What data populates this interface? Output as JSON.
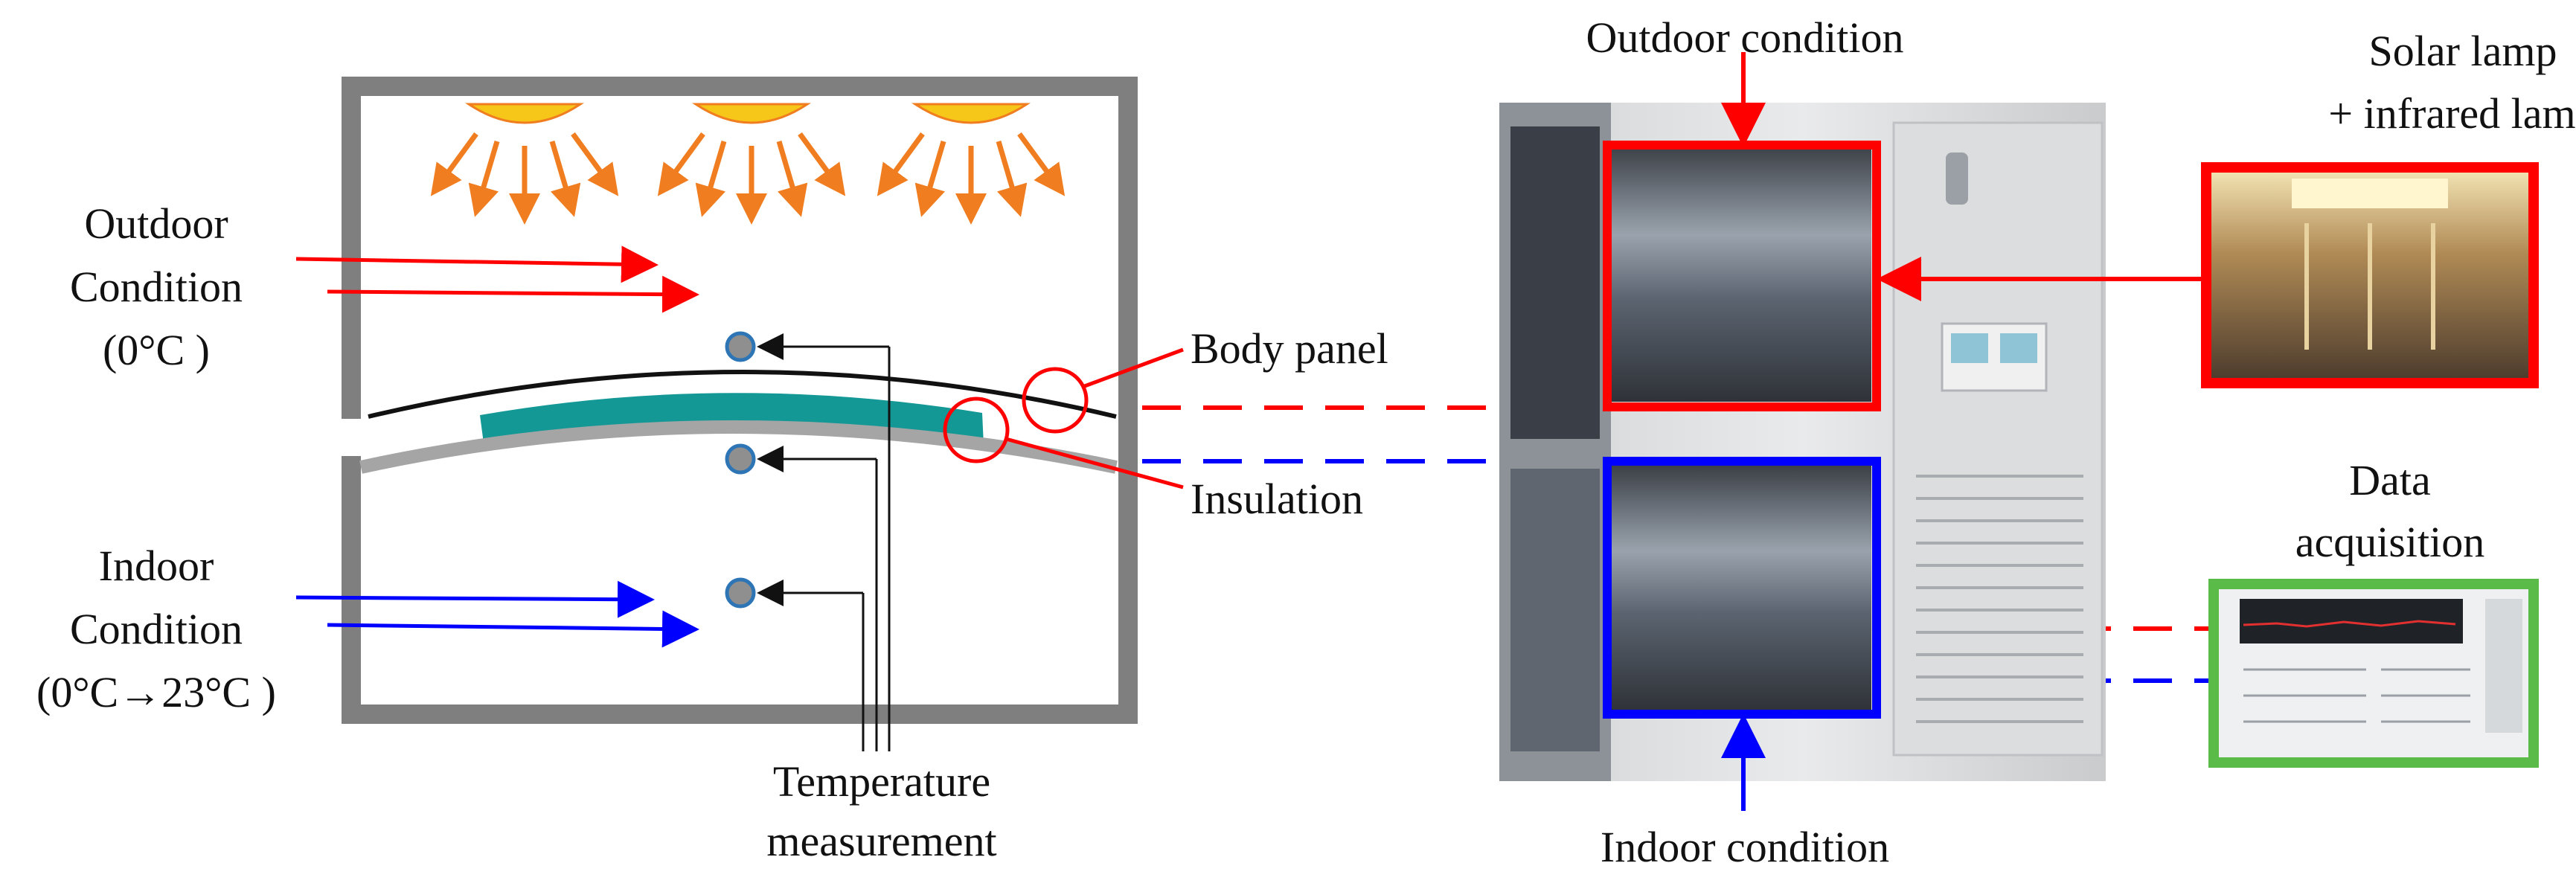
{
  "labels": {
    "outdoor_condition_left_line1": "Outdoor",
    "outdoor_condition_left_line2": "Condition",
    "outdoor_condition_left_line3": "(0°C )",
    "indoor_condition_left_line1": "Indoor",
    "indoor_condition_left_line2": "Condition",
    "indoor_condition_left_line3": "(0°C→23°C )",
    "body_panel": "Body panel",
    "insulation": "Insulation",
    "temperature_line1": "Temperature",
    "temperature_line2": "measurement",
    "outdoor_condition_top": "Outdoor condition",
    "indoor_condition_bottom": "Indoor condition",
    "solar_lamp_line1": "Solar lamp",
    "solar_lamp_line2": "+ infrared lamp",
    "data_acq_line1": "Data",
    "data_acq_line2": "acquisition"
  },
  "colors": {
    "chamber_wall": "#7f7f7f",
    "lamp_fill": "#f6c619",
    "lamp_ray": "#f07d1f",
    "outdoor": "#ff0000",
    "indoor": "#0000ff",
    "insulation": "#149896",
    "sensor": "#8f8f8f",
    "sensor_ring": "#2e75b6",
    "data_frame": "#5bbb48"
  },
  "icons": {
    "lamp": "half-sun-lamp-icon",
    "sensor": "temperature-sensor-icon"
  }
}
